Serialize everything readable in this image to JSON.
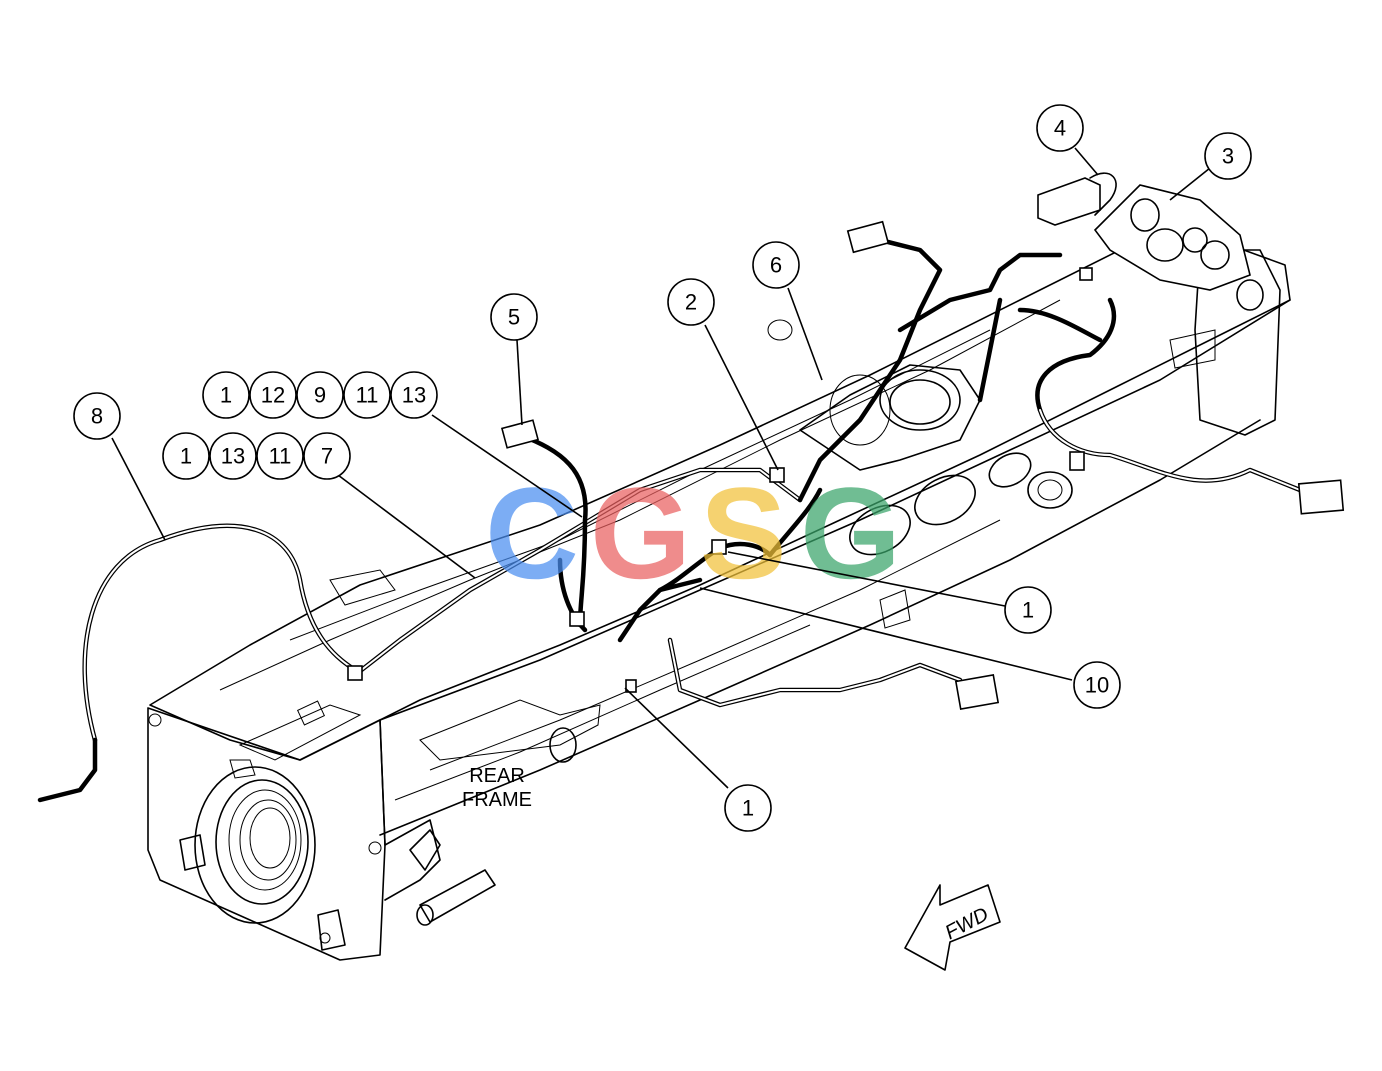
{
  "frame_label": {
    "line1": "REAR",
    "line2": "FRAME"
  },
  "direction_label": "FWD",
  "watermark": {
    "letters": [
      "C",
      "G",
      "S",
      "G"
    ],
    "colors": [
      "#4a8ef0",
      "#ea6060",
      "#f2c23a",
      "#3aa56a"
    ]
  },
  "callouts": {
    "c4": "4",
    "c3": "3",
    "c6": "6",
    "c2": "2",
    "c5": "5",
    "c8": "8",
    "row_a": [
      "1",
      "12",
      "9",
      "11",
      "13"
    ],
    "row_b": [
      "1",
      "13",
      "11",
      "7"
    ],
    "c1_right": "1",
    "c10": "10",
    "c1_bottom": "1"
  }
}
